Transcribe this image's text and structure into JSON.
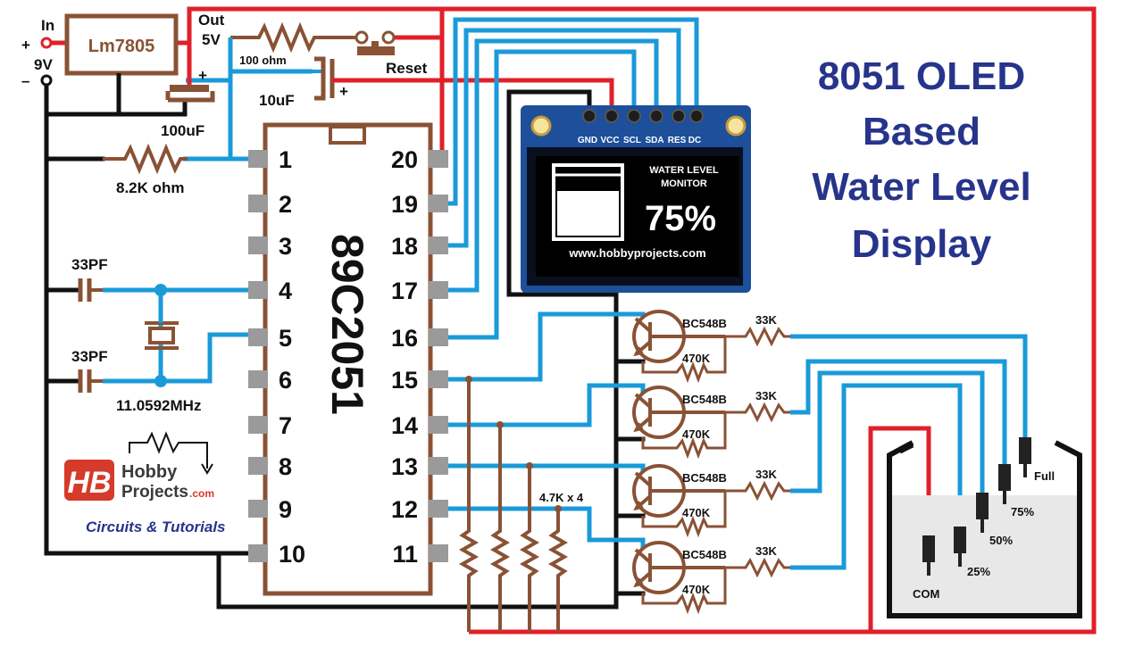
{
  "title": {
    "line1": "8051 OLED",
    "line2": "Based",
    "line3": "Water Level",
    "line4": "Display"
  },
  "power": {
    "in_label": "In",
    "plus": "+",
    "minus": "–",
    "volt": "9V",
    "regulator": "Lm7805",
    "out_label": "Out",
    "out_volt": "5V",
    "cap_plus": "+",
    "cap1": "100uF",
    "resistor": "100 ohm",
    "reset": "Reset",
    "cap2": "10uF",
    "cap2_plus": "+",
    "reset_res": "8.2K ohm"
  },
  "crystal": {
    "cap_a": "33PF",
    "cap_b": "33PF",
    "freq": "11.0592MHz"
  },
  "mcu": {
    "name": "89C2051",
    "left_pins": [
      "1",
      "2",
      "3",
      "4",
      "5",
      "6",
      "7",
      "8",
      "9",
      "10"
    ],
    "right_pins": [
      "20",
      "19",
      "18",
      "17",
      "16",
      "15",
      "14",
      "13",
      "12",
      "11"
    ]
  },
  "oled": {
    "header_pins": [
      "GND",
      "VCC",
      "SCL",
      "SDA",
      "RES",
      "DC"
    ],
    "title1": "WATER LEVEL",
    "title2": "MONITOR",
    "percent": "75%",
    "url": "www.hobbyprojects.com"
  },
  "drivers": {
    "transistors": [
      "BC548B",
      "BC548B",
      "BC548B",
      "BC548B"
    ],
    "base_res": [
      "33K",
      "33K",
      "33K",
      "33K"
    ],
    "bias_res": [
      "470K",
      "470K",
      "470K",
      "470K"
    ],
    "pullups": "4.7K x 4"
  },
  "tank": {
    "probes": [
      "Full",
      "75%",
      "50%",
      "25%",
      "COM"
    ],
    "fill_level": 0.75
  },
  "logo": {
    "badge": "HB",
    "line1": "Hobby",
    "line2": "Projects",
    "domain": ".com",
    "tagline": "Circuits & Tutorials"
  },
  "colors": {
    "wire_black": "#111111",
    "wire_red": "#e0202a",
    "wire_blue": "#1a9ad9",
    "component": "#8a5235",
    "title": "#27348b",
    "oled_bg": "#1d4f9a"
  }
}
